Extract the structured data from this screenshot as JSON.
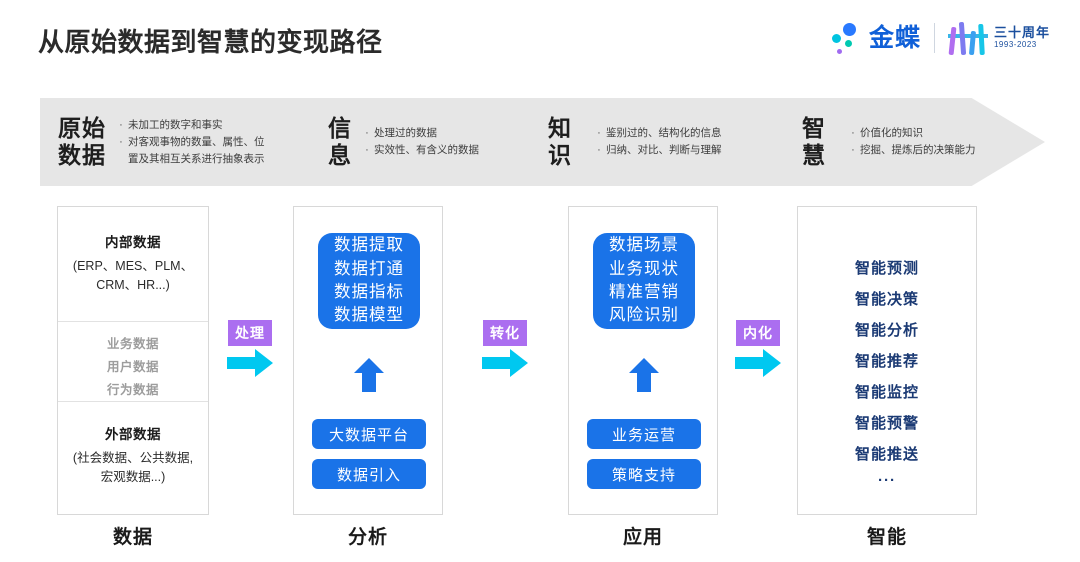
{
  "header": {
    "title": "从原始数据到智慧的变现路径",
    "logo": {
      "name": "金蝶",
      "anniversary_cn": "三十周年",
      "anniversary_years": "1993-2023"
    }
  },
  "band": {
    "stages": [
      {
        "head": "原始\n数据",
        "bullets": [
          "未加工的数字和事实",
          "对客观事物的数量、属性、位\n置及其相互关系进行抽象表示"
        ]
      },
      {
        "head": "信\n息",
        "bullets": [
          "处理过的数据",
          "实效性、有含义的数据"
        ]
      },
      {
        "head": "知\n识",
        "bullets": [
          "鉴别过的、结构化的信息",
          "归纳、对比、判断与理解"
        ]
      },
      {
        "head": "智\n慧",
        "bullets": [
          "价值化的知识",
          "挖掘、提炼后的决策能力"
        ]
      }
    ],
    "bullet_glyph": "·",
    "b0_0": "未加工的数字和事实",
    "b0_1": "对客观事物的数量、属性、位",
    "b0_2": "置及其相互关系进行抽象表示",
    "h0_l1": "原始",
    "h0_l2": "数据",
    "h1_l1": "信",
    "h1_l2": "息",
    "b1_0": "处理过的数据",
    "b1_1": "实效性、有含义的数据",
    "h2_l1": "知",
    "h2_l2": "识",
    "b2_0": "鉴别过的、结构化的信息",
    "b2_1": "归纳、对比、判断与理解",
    "h3_l1": "智",
    "h3_l2": "慧",
    "b3_0": "价值化的知识",
    "b3_1": "挖掘、提炼后的决策能力"
  },
  "columns": [
    {
      "label": "数据",
      "internal_title": "内部数据",
      "internal_sub_1": "(ERP、MES、PLM、",
      "internal_sub_2": "CRM、HR...)",
      "middle": [
        "业务数据",
        "用户数据",
        "行为数据"
      ],
      "external_title": "外部数据",
      "external_sub_1": "(社会数据、公共数据,",
      "external_sub_2": "宏观数据...)"
    },
    {
      "label": "分析",
      "card": [
        "数据提取",
        "数据打通",
        "数据指标",
        "数据模型"
      ],
      "pills": [
        "大数据平台",
        "数据引入"
      ]
    },
    {
      "label": "应用",
      "card": [
        "数据场景",
        "业务现状",
        "精准营销",
        "风险识别"
      ],
      "pills": [
        "业务运营",
        "策略支持"
      ]
    },
    {
      "label": "智能",
      "items": [
        "智能预测",
        "智能决策",
        "智能分析",
        "智能推荐",
        "智能监控",
        "智能预警",
        "智能推送",
        "···"
      ]
    }
  ],
  "connectors": [
    {
      "label": "处理"
    },
    {
      "label": "转化"
    },
    {
      "label": "内化"
    }
  ],
  "colors": {
    "blue": "#1a73e8",
    "purple": "#ab6ef0",
    "cyan": "#00c8f0",
    "band_gray": "#e6e6e6",
    "navy": "#1b3a74",
    "logo_blue": "#1060d8"
  }
}
